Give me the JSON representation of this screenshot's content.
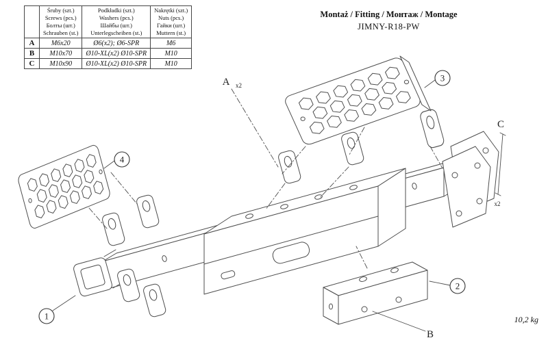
{
  "title": {
    "line1": "Montaż / Fitting / Монтаж / Montage",
    "line2": "JIMNY-R18-PW"
  },
  "weight": "10,2 kg",
  "table": {
    "headers": [
      {
        "lines": [
          "Śruby (szt.)",
          "Screws (pcs.)",
          "Болты (шт.)",
          "Schrauben (st.)"
        ]
      },
      {
        "lines": [
          "Podkładki (szt.)",
          "Washers (pcs.)",
          "Шайбы (шт.)",
          "Unterlegscheiben (st.)"
        ]
      },
      {
        "lines": [
          "Nakrętki (szt.)",
          "Nuts (pcs.)",
          "Гайки (шт.)",
          "Muttern (st.)"
        ]
      }
    ],
    "rows": [
      {
        "id": "A",
        "screws": "M6x20",
        "washers": "Ø6(x2); Ø6-SPR",
        "nuts": "M6"
      },
      {
        "id": "B",
        "screws": "M10x70",
        "washers": "Ø10-XL(x2) Ø10-SPR",
        "nuts": "M10"
      },
      {
        "id": "C",
        "screws": "M10x90",
        "washers": "Ø10-XL(x2) Ø10-SPR",
        "nuts": "M10"
      }
    ]
  },
  "callouts": {
    "balloons": [
      "1",
      "2",
      "3",
      "4"
    ],
    "label_a": "A",
    "label_b": "B",
    "label_c": "C",
    "x2_a": "x2",
    "x2_c": "x2"
  },
  "colors": {
    "line": "#4d4d4d",
    "text": "#222222"
  }
}
